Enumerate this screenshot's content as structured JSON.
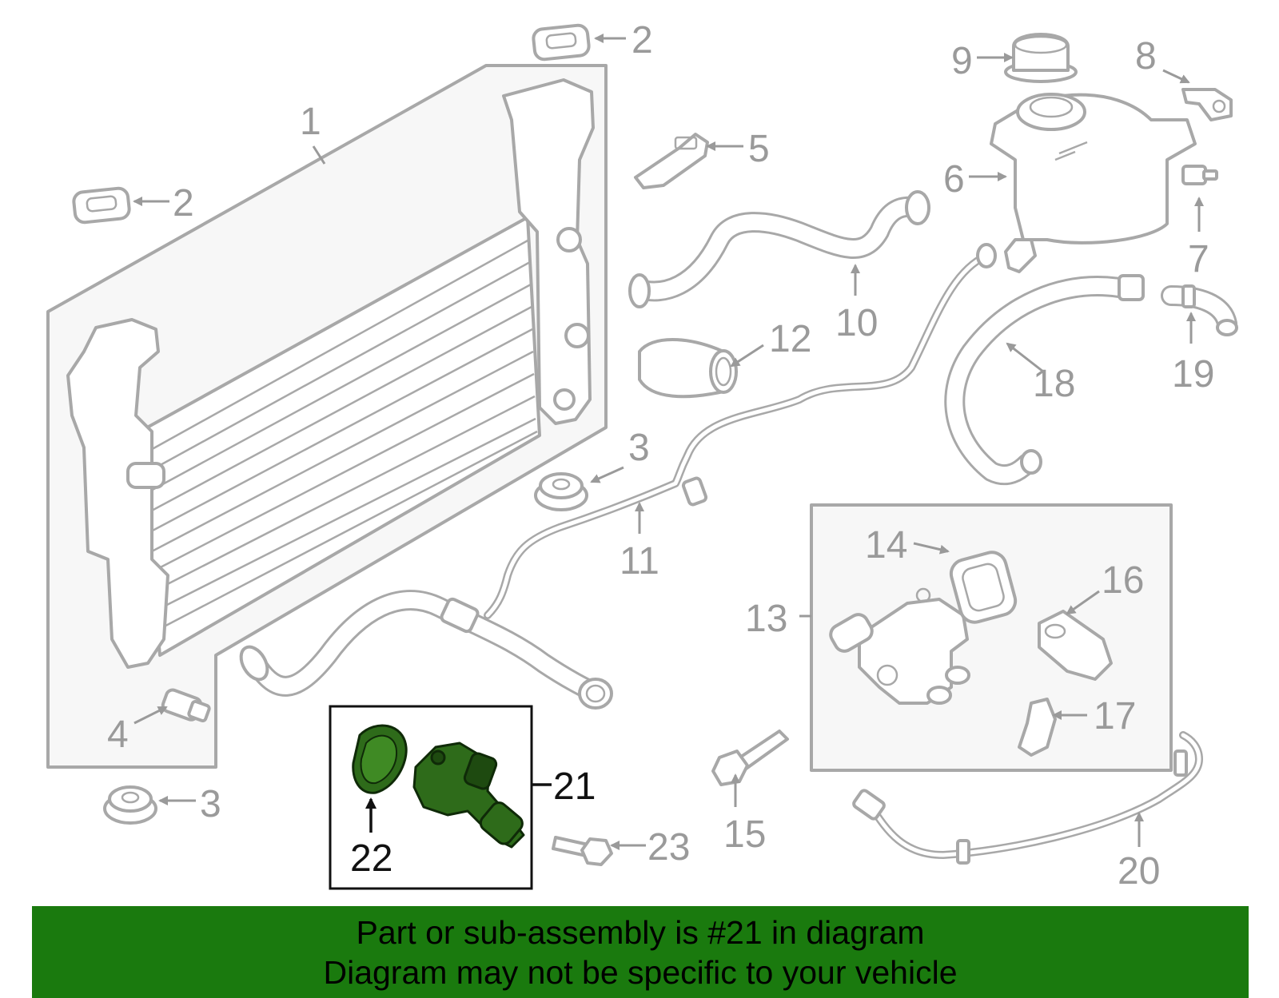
{
  "labels": {
    "l1": "1",
    "l2": "2",
    "l3": "3",
    "l4": "4",
    "l5": "5",
    "l6": "6",
    "l7": "7",
    "l8": "8",
    "l9": "9",
    "l10": "10",
    "l11": "11",
    "l12": "12",
    "l13": "13",
    "l14": "14",
    "l15": "15",
    "l16": "16",
    "l17": "17",
    "l18": "18",
    "l19": "19",
    "l20": "20",
    "l21": "21",
    "l22": "22",
    "l23": "23"
  },
  "highlight": {
    "part_number": "21",
    "color": "#2e6b1a"
  },
  "banner": {
    "line1": "Part or sub-assembly is #21 in diagram",
    "line2": "Diagram may not be specific to your vehicle",
    "background": "#1a7a0e"
  }
}
